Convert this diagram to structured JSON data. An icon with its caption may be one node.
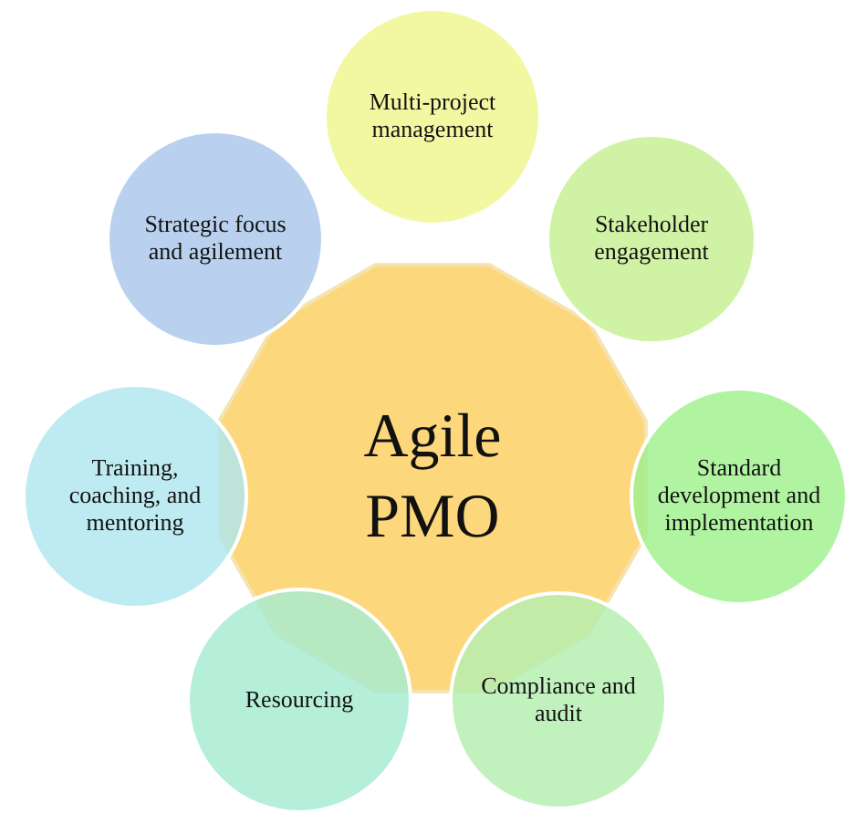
{
  "diagram": {
    "nodes": [
      {
        "text": [
          "Agile PMO"
        ]
      },
      {
        "text": [
          "Multi-project management"
        ]
      },
      {
        "text": [
          "Stakeholder engagement"
        ]
      },
      {
        "text": [
          "Standard development and implementation"
        ]
      },
      {
        "text": [
          "Compliance and audit"
        ]
      },
      {
        "text": [
          "Resourcing"
        ]
      },
      {
        "text": [
          "Training, coaching, and mentoring"
        ]
      },
      {
        "text": [
          "Strategic focus and agilement"
        ]
      }
    ]
  }
}
